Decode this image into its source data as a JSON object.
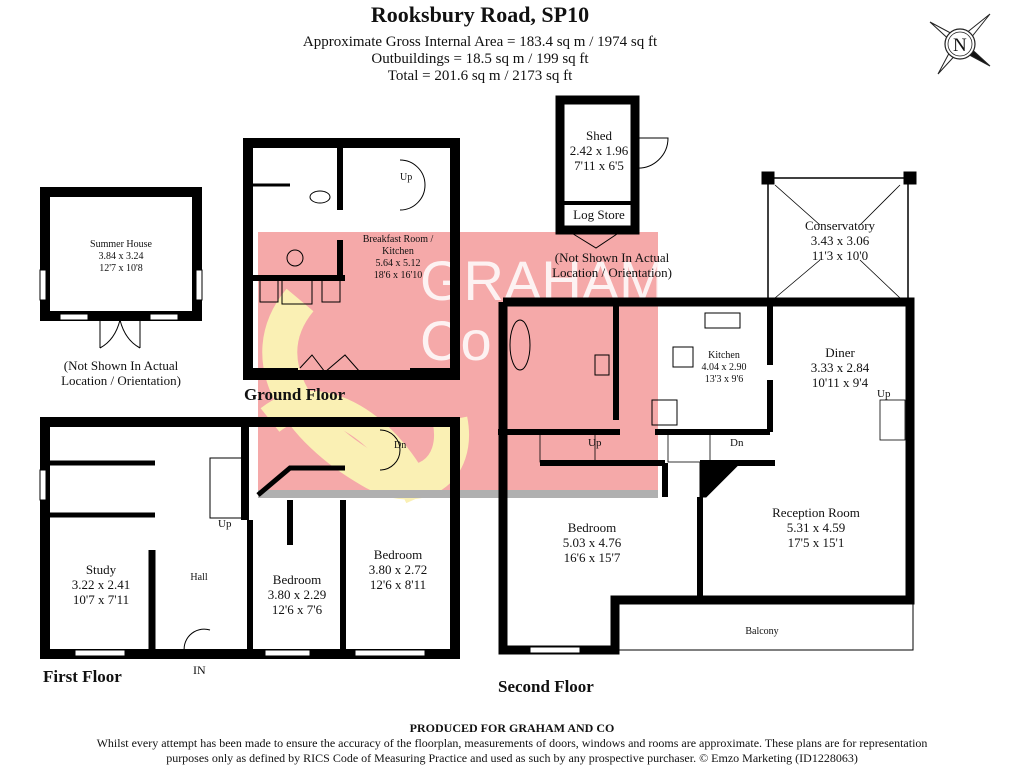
{
  "header": {
    "title": "Rooksbury Road, SP10",
    "gross_internal_area": "Approximate Gross Internal Area = 183.4 sq m / 1974 sq ft",
    "outbuildings": "Outbuildings = 18.5 sq m / 199 sq ft",
    "total": "Total = 201.6 sq m / 2173 sq ft"
  },
  "compass": {
    "icon": "north-compass-icon",
    "letter": "N"
  },
  "watermark": {
    "text_line1": "GRAHAM",
    "text_line2": "Co",
    "colors": {
      "pink": "#f5a9a9",
      "yellow": "#faf0b4"
    }
  },
  "outbuildings": {
    "summer_house": {
      "name": "Summer House",
      "metric": "3.84 x 3.24",
      "imperial": "12'7 x 10'8",
      "note_line1": "(Not Shown In Actual",
      "note_line2": "Location / Orientation)"
    },
    "shed": {
      "name": "Shed",
      "metric": "2.42 x 1.96",
      "imperial": "7'11 x 6'5"
    },
    "log_store": {
      "name": "Log Store"
    },
    "shed_note_line1": "(Not Shown In Actual",
    "shed_note_line2": "Location / Orientation)"
  },
  "ground_floor": {
    "label": "Ground Floor",
    "breakfast_room": {
      "name_line1": "Breakfast Room /",
      "name_line2": "Kitchen",
      "metric": "5.64 x 5.12",
      "imperial": "18'6 x 16'10"
    },
    "stairs_label": "Up"
  },
  "first_floor": {
    "label": "First Floor",
    "study": {
      "name": "Study",
      "metric": "3.22 x 2.41",
      "imperial": "10'7 x 7'11"
    },
    "hall": {
      "name": "Hall"
    },
    "bedroom_1": {
      "name": "Bedroom",
      "metric": "3.80 x 2.29",
      "imperial": "12'6 x 7'6"
    },
    "bedroom_2": {
      "name": "Bedroom",
      "metric": "3.80 x 2.72",
      "imperial": "12'6 x 8'11"
    },
    "stairs_up": "Up",
    "stairs_down": "Dn",
    "entrance": "IN"
  },
  "second_floor": {
    "label": "Second Floor",
    "conservatory": {
      "name": "Conservatory",
      "metric": "3.43 x 3.06",
      "imperial": "11'3 x 10'0"
    },
    "kitchen": {
      "name": "Kitchen",
      "metric": "4.04 x 2.90",
      "imperial": "13'3 x 9'6"
    },
    "diner": {
      "name": "Diner",
      "metric": "3.33 x 2.84",
      "imperial": "10'11 x 9'4"
    },
    "reception": {
      "name": "Reception Room",
      "metric": "5.31 x 4.59",
      "imperial": "17'5 x 15'1"
    },
    "bedroom": {
      "name": "Bedroom",
      "metric": "5.03 x 4.76",
      "imperial": "16'6 x 15'7"
    },
    "balcony": {
      "name": "Balcony"
    },
    "stairs_up_1": "Up",
    "stairs_down": "Dn",
    "stairs_up_2": "Up"
  },
  "footer": {
    "produced_for": "PRODUCED FOR GRAHAM AND CO",
    "disclaimer_line1": "Whilst every attempt has been made to ensure the accuracy of the floorplan, measurements of doors, windows and rooms are approximate. These plans are for representation",
    "disclaimer_line2": "purposes only as defined by RICS Code of Measuring Practice and used as such by any prospective purchaser. © Emzo Marketing (ID1228063)"
  }
}
